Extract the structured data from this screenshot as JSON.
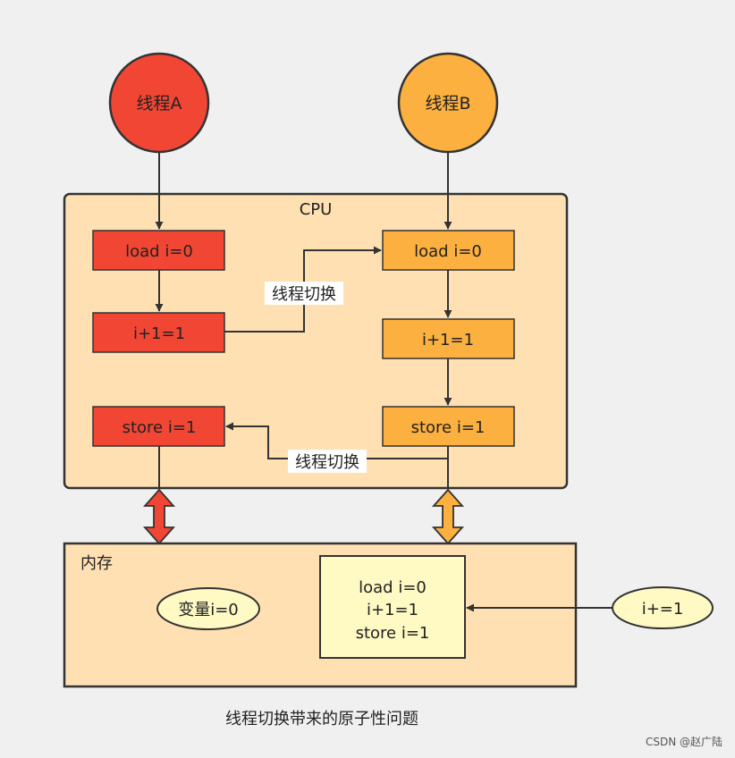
{
  "colors": {
    "background": "#f0f0f0",
    "container_fill": "#ffe0b2",
    "container_stroke": "#333333",
    "thread_a": "#f24634",
    "thread_b": "#fbb040",
    "note_fill": "#fff9c4",
    "text": "#222222"
  },
  "thread_a": {
    "label": "线程A"
  },
  "thread_b": {
    "label": "线程B"
  },
  "cpu": {
    "title": "CPU",
    "a_steps": [
      "load i=0",
      "i+1=1",
      "store i=1"
    ],
    "b_steps": [
      "load i=0",
      "i+1=1",
      "store i=1"
    ],
    "switch_label_1": "线程切换",
    "switch_label_2": "线程切换"
  },
  "memory": {
    "title": "内存",
    "variable": "变量i=0",
    "ops": [
      "load i=0",
      "i+1=1",
      "store i=1"
    ],
    "statement": "i+=1"
  },
  "caption": "线程切换带来的原子性问题",
  "watermark": "CSDN @赵广陆"
}
